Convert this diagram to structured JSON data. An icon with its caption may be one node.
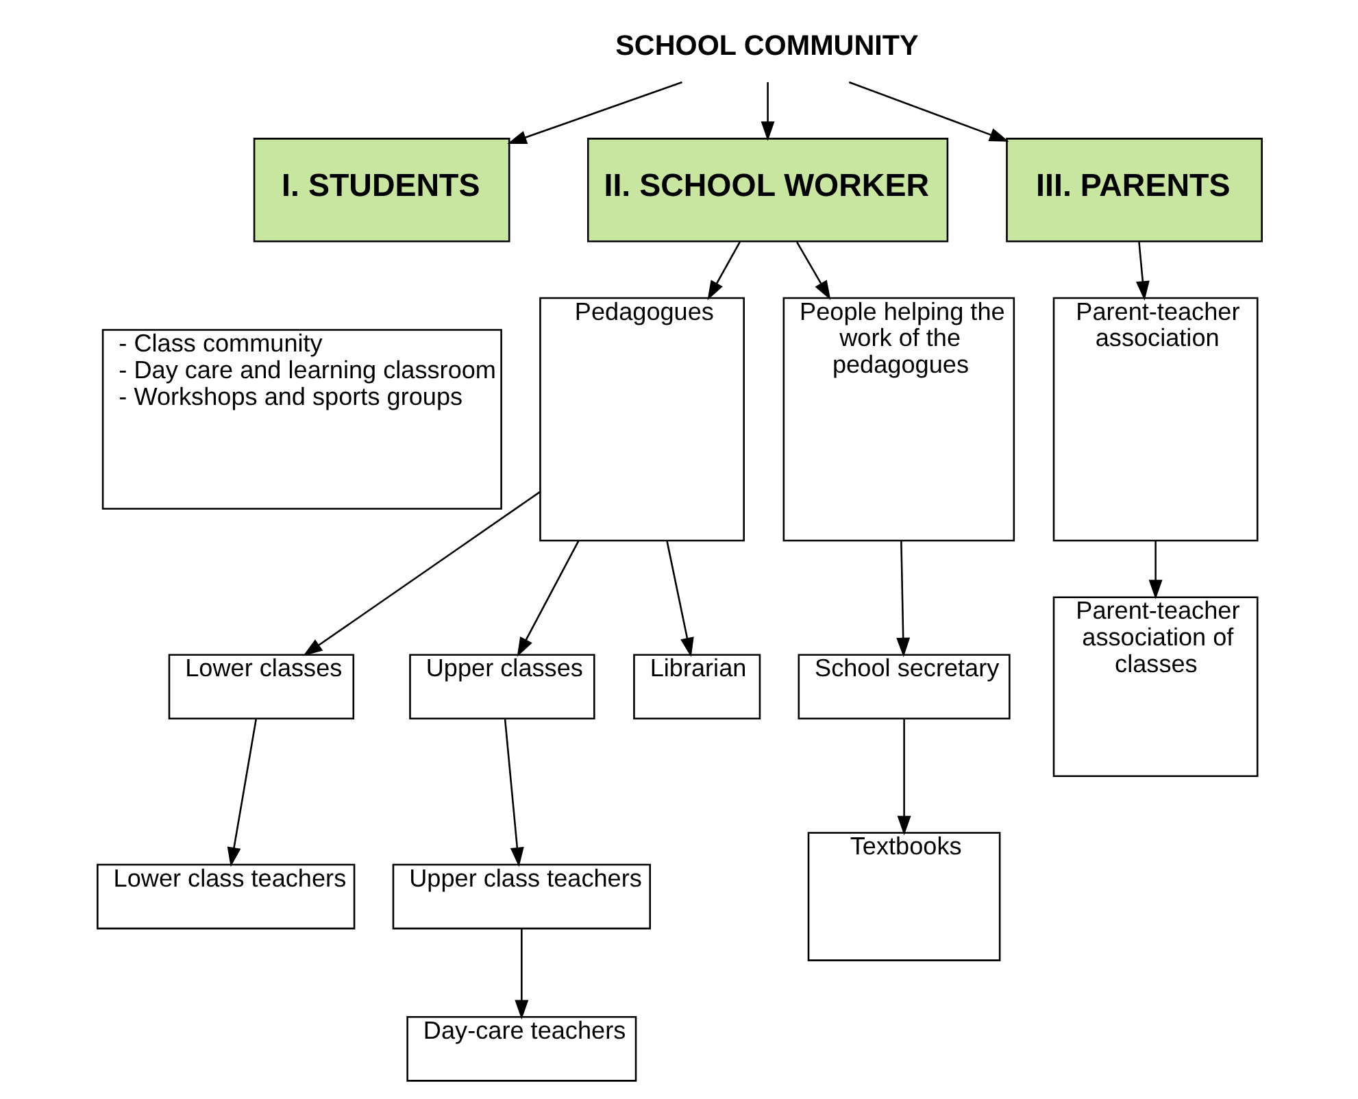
{
  "diagram": {
    "nodes": [
      {
        "text": [
          "SCHOOL COMMUNITY"
        ]
      },
      {
        "text": [
          "I. STUDENTS"
        ]
      },
      {
        "text": [
          "II. SCHOOL WORKER"
        ]
      },
      {
        "text": [
          "III. PARENTS"
        ]
      },
      {
        "text": [
          "- Class community",
          "- Day care and learning classroom",
          "- Workshops and sports groups"
        ]
      },
      {
        "text": [
          "Pedagogues"
        ]
      },
      {
        "text": [
          "People helping the work of the pedagogues"
        ]
      },
      {
        "text": [
          "Parent-teacher association"
        ]
      },
      {
        "text": [
          "Lower classes"
        ]
      },
      {
        "text": [
          "Upper classes"
        ]
      },
      {
        "text": [
          "Librarian"
        ]
      },
      {
        "text": [
          "School secretary"
        ]
      },
      {
        "text": [
          "Parent-teacher association of classes"
        ]
      },
      {
        "text": [
          "Lower class teachers"
        ]
      },
      {
        "text": [
          "Upper class teachers"
        ]
      },
      {
        "text": [
          "Textbooks"
        ]
      },
      {
        "text": [
          "Day-care teachers"
        ]
      }
    ],
    "edges": [
      {
        "from": 0,
        "to": 1,
        "arrow": "to"
      },
      {
        "from": 0,
        "to": 2,
        "arrow": "to"
      },
      {
        "from": 0,
        "to": 3,
        "arrow": "to"
      },
      {
        "from": 2,
        "to": 5,
        "arrow": "to"
      },
      {
        "from": 2,
        "to": 6,
        "arrow": "to"
      },
      {
        "from": 3,
        "to": 7,
        "arrow": "to"
      },
      {
        "from": 5,
        "to": 8,
        "arrow": "to"
      },
      {
        "from": 5,
        "to": 9,
        "arrow": "to"
      },
      {
        "from": 5,
        "to": 10,
        "arrow": "to"
      },
      {
        "from": 6,
        "to": 11,
        "arrow": "to"
      },
      {
        "from": 7,
        "to": 12,
        "arrow": "to"
      },
      {
        "from": 8,
        "to": 13,
        "arrow": "to"
      },
      {
        "from": 9,
        "to": 14,
        "arrow": "to"
      },
      {
        "from": 11,
        "to": 15,
        "arrow": "to"
      },
      {
        "from": 14,
        "to": 16,
        "arrow": "to"
      }
    ]
  }
}
